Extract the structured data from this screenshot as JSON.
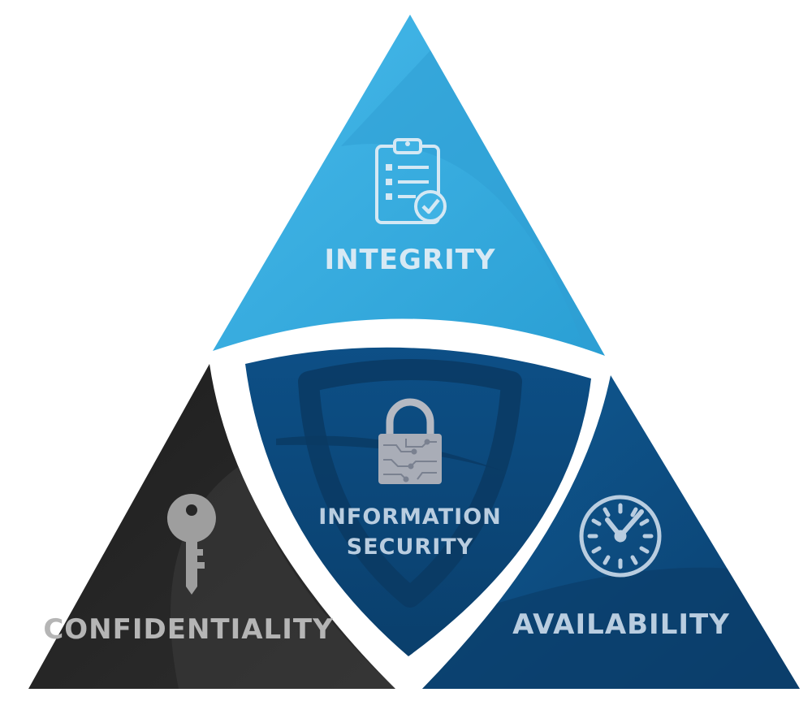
{
  "diagram": {
    "segments": {
      "integrity": {
        "label": "INTEGRITY",
        "color": "#3fb2e4",
        "icon": "clipboard-check-icon"
      },
      "confidentiality": {
        "label": "CONFIDENTIALITY",
        "color": "#262626",
        "icon": "key-icon"
      },
      "availability": {
        "label": "AVAILABILITY",
        "color": "#0f4d82",
        "icon": "clock-icon"
      },
      "center": {
        "label_line1": "INFORMATION",
        "label_line2": "SECURITY",
        "color": "#0c4a7e",
        "icon": "padlock-icon"
      }
    },
    "label_color_light": "#d7e9f4",
    "label_color_grey": "#b5b5b5"
  }
}
